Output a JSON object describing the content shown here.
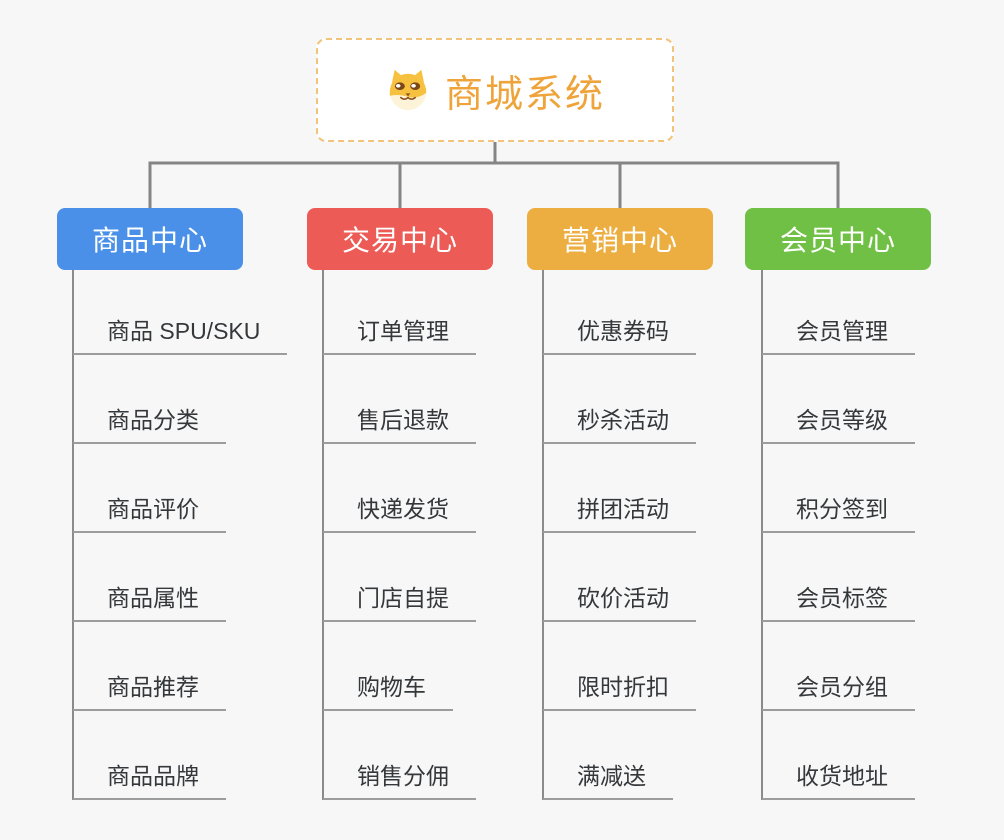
{
  "colors": {
    "bg": "#f7f7f7",
    "rootBg": "#ffffff",
    "rootBorder": "#f2c37a",
    "rootText": "#efa43b",
    "connector": "#858585",
    "trunk": "#8b8b8b",
    "underline": "#9c9c9c",
    "leafText": "#35383b"
  },
  "root": {
    "label": "商城系统",
    "icon": "doge-icon"
  },
  "branches": [
    {
      "label": "商品中心",
      "color": "#4a90e8",
      "children": [
        "商品 SPU/SKU",
        "商品分类",
        "商品评价",
        "商品属性",
        "商品推荐",
        "商品品牌"
      ]
    },
    {
      "label": "交易中心",
      "color": "#ec5b56",
      "children": [
        "订单管理",
        "售后退款",
        "快递发货",
        "门店自提",
        "购物车",
        "销售分佣"
      ]
    },
    {
      "label": "营销中心",
      "color": "#edae41",
      "children": [
        "优惠券码",
        "秒杀活动",
        "拼团活动",
        "砍价活动",
        "限时折扣",
        "满减送"
      ]
    },
    {
      "label": "会员中心",
      "color": "#6fc044",
      "children": [
        "会员管理",
        "会员等级",
        "积分签到",
        "会员标签",
        "会员分组",
        "收货地址"
      ]
    }
  ]
}
